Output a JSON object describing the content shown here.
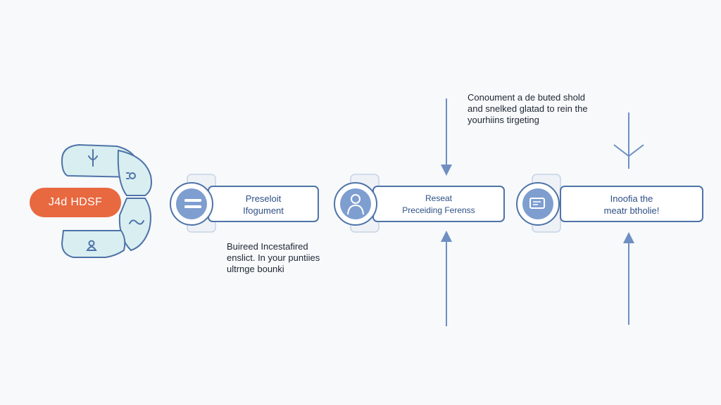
{
  "badge": {
    "label": "J4d HDSF",
    "color": "#e8683f"
  },
  "colors": {
    "stroke": "#4e73a8",
    "light_fill": "#d9eef0",
    "circle_fill": "#7e9ed0",
    "arrow": "#6f8fc2"
  },
  "hub_icons": [
    "tooth-icon",
    "settings-icon",
    "link-icon",
    "user-icon"
  ],
  "steps": [
    {
      "lines": [
        "Preseloit",
        "Ifogument"
      ],
      "icon": "document-icon"
    },
    {
      "lines": [
        "Reseat",
        "Preceiding Ferenss"
      ],
      "icon": "person-icon"
    },
    {
      "lines": [
        "Inoofia the",
        "meatr btholie!"
      ],
      "icon": "card-icon"
    }
  ],
  "note_top": [
    "Conoument a de buted shold",
    "and snelked glatad to rein the",
    "yourhiins tirgeting"
  ],
  "note_bottom": [
    "Buireed Incestafired",
    "enslict. In your puntiies",
    "ultrnge bounki"
  ]
}
